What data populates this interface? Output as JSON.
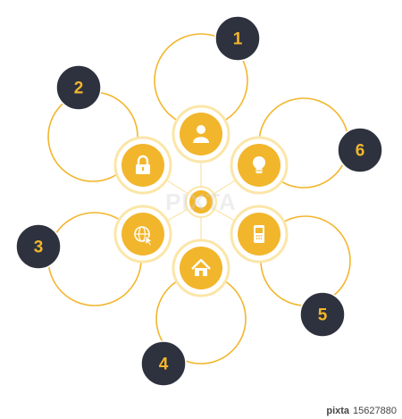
{
  "diagram": {
    "colors": {
      "accent": "#f2b62c",
      "accent_dark": "#e5a21d",
      "badge": "#2e323e",
      "ring": "#fbe6a8",
      "line": "#f3c44a"
    },
    "center_icon": "ring-icon",
    "nodes": [
      {
        "number": "1",
        "icon": "user-icon"
      },
      {
        "number": "6",
        "icon": "lightbulb-icon"
      },
      {
        "number": "5",
        "icon": "mobile-phone-icon"
      },
      {
        "number": "4",
        "icon": "home-icon"
      },
      {
        "number": "3",
        "icon": "globe-cursor-icon"
      },
      {
        "number": "2",
        "icon": "padlock-icon"
      }
    ]
  },
  "watermark": {
    "text": "PIXTA"
  },
  "footer": {
    "mark": "pixta",
    "id": "15627880"
  }
}
